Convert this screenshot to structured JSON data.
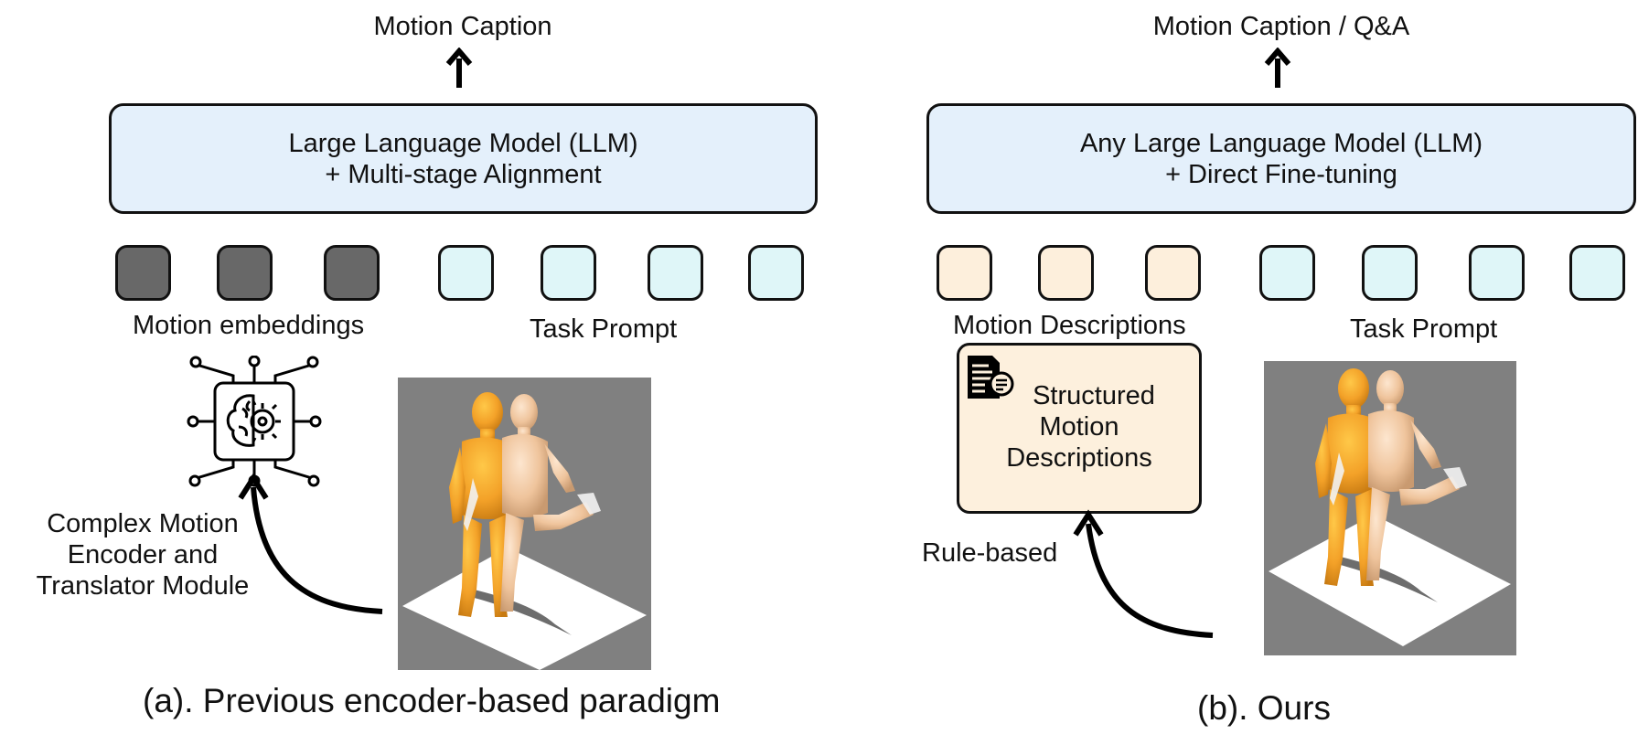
{
  "left": {
    "output_label": "Motion Caption",
    "llm_line1": "Large Language Model (LLM)",
    "llm_line2": "+ Multi-stage Alignment",
    "motion_tokens_label": "Motion embeddings",
    "prompt_tokens_label": "Task Prompt",
    "encoder_label_line1": "Complex Motion",
    "encoder_label_line2": "Encoder and",
    "encoder_label_line3": "Translator Module",
    "caption": "(a). Previous encoder-based paradigm"
  },
  "right": {
    "output_label": "Motion Caption / Q&A",
    "llm_line1": "Any Large Language Model (LLM)",
    "llm_line2": "+ Direct Fine-tuning",
    "desc_tokens_label": "Motion Descriptions",
    "prompt_tokens_label": "Task Prompt",
    "struct_line1": "Structured",
    "struct_line2": "Motion",
    "struct_line3": "Descriptions",
    "rule_label": "Rule-based",
    "caption": "(b). Ours"
  },
  "icons": [
    "up-arrow-icon",
    "brain-chip-icon",
    "document-icon",
    "curved-arrow-icon"
  ],
  "colors": {
    "llm_fill": "#e4f0fb",
    "motion_token": "#686868",
    "prompt_token": "#dff6f8",
    "description_token": "#fdefdc",
    "scene_background": "#808080"
  }
}
